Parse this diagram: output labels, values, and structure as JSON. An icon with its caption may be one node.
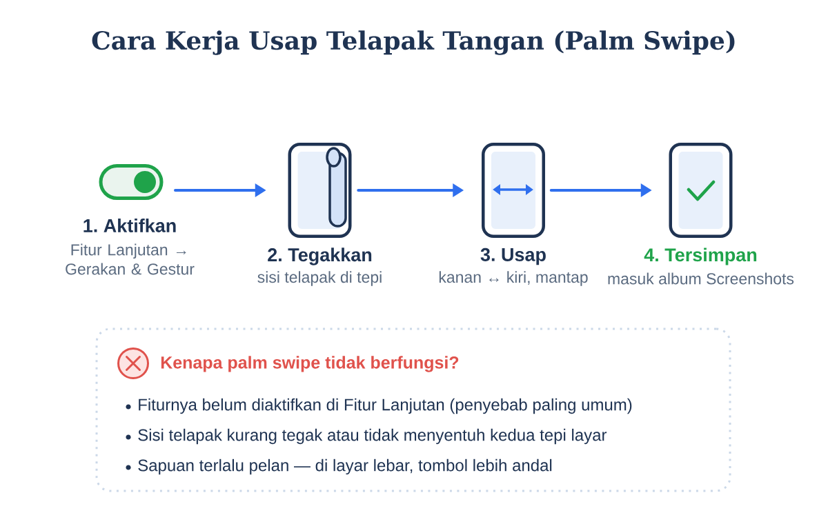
{
  "diagram": {
    "title": "Cara Kerja Usap Telapak Tangan (Palm Swipe)",
    "nodes": [
      {
        "text": [
          "1. Aktifkan",
          "Fitur Lanjutan → Gerakan & Gestur"
        ]
      },
      {
        "text": [
          "2. Tegakkan",
          "sisi telapak di tepi"
        ]
      },
      {
        "text": [
          "3. Usap",
          "kanan ↔ kiri, mantap"
        ]
      },
      {
        "text": [
          "4. Tersimpan",
          "masuk album Screenshots"
        ]
      },
      {
        "text": [
          "Kenapa palm swipe tidak berfungsi?",
          "Fiturnya belum diaktifkan di Fitur Lanjutan (penyebab paling umum)",
          "Sisi telapak kurang tegak atau tidak menyentuh kedua tepi layar",
          "Sapuan terlalu pelan — di layar lebar, tombol lebih andal"
        ]
      }
    ],
    "edges": [
      {
        "from": 0,
        "to": 1,
        "arrow": "to"
      },
      {
        "from": 1,
        "to": 2,
        "arrow": "to"
      },
      {
        "from": 2,
        "to": 3,
        "arrow": "to"
      }
    ]
  }
}
